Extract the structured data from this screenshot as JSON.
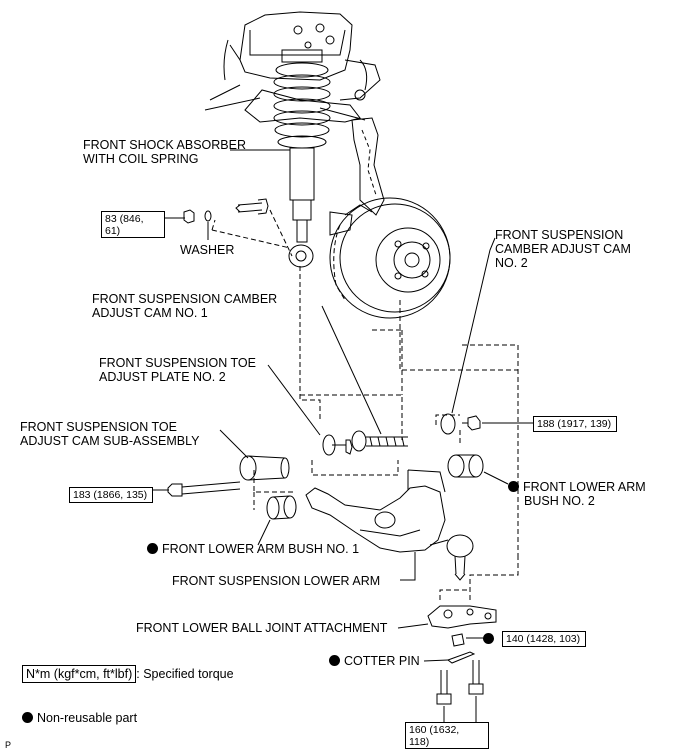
{
  "labels": {
    "shock_absorber_l1": "FRONT SHOCK ABSORBER",
    "shock_absorber_l2": "WITH COIL SPRING",
    "washer": "WASHER",
    "camber_cam1_l1": "FRONT SUSPENSION CAMBER",
    "camber_cam1_l2": "ADJUST CAM NO. 1",
    "toe_plate_l1": "FRONT SUSPENSION TOE",
    "toe_plate_l2": "ADJUST PLATE NO. 2",
    "toe_cam_l1": "FRONT SUSPENSION TOE",
    "toe_cam_l2": "ADJUST CAM SUB-ASSEMBLY",
    "camber_cam2_l1": "FRONT SUSPENSION",
    "camber_cam2_l2": "CAMBER ADJUST CAM",
    "camber_cam2_l3": "NO. 2",
    "lower_arm_bush2_l1": "FRONT LOWER ARM",
    "lower_arm_bush2_l2": "BUSH NO. 2",
    "lower_arm_bush1": "FRONT LOWER ARM BUSH NO. 1",
    "lower_arm": "FRONT SUSPENSION LOWER ARM",
    "ball_joint": "FRONT LOWER BALL JOINT ATTACHMENT",
    "cotter_pin": "COTTER PIN"
  },
  "torques": {
    "t83_l1": "83 (846,",
    "t83_l2": "61)",
    "t188": "188 (1917, 139)",
    "t183": "183 (1866, 135)",
    "t140": "140 (1428, 103)",
    "t160_l1": "160 (1632,",
    "t160_l2": "118)"
  },
  "legend": {
    "torque_units": "N*m (kgf*cm, ft*lbf)",
    "torque_desc": ": Specified torque",
    "nonreusable": "Non-reusable part"
  },
  "corner_mark": "P"
}
